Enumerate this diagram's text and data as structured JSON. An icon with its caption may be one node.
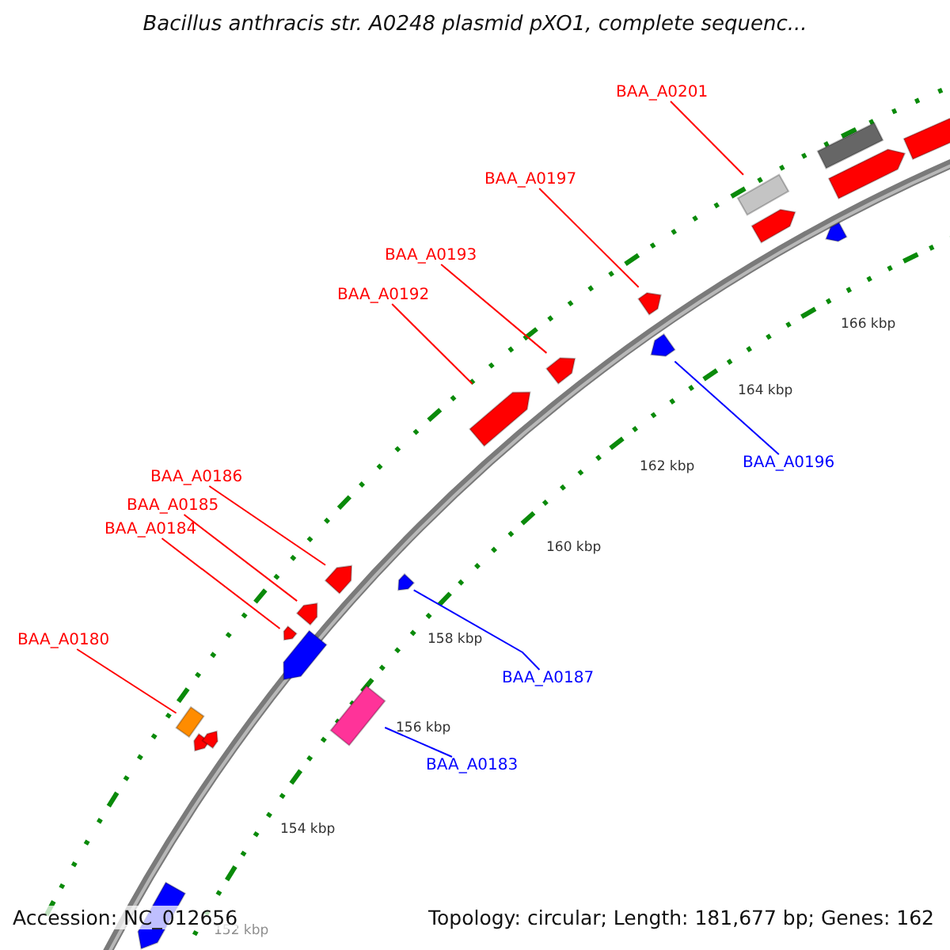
{
  "diagram": {
    "title": "Bacillus anthracis str. A0248 plasmid pXO1, complete sequenc...",
    "nodes": [
      {
        "text": [
          "BAA_A0201"
        ]
      },
      {
        "text": [
          "BAA_A0197"
        ]
      },
      {
        "text": [
          "BAA_A0193"
        ]
      },
      {
        "text": [
          "BAA_A0192"
        ]
      },
      {
        "text": [
          "BAA_A0196"
        ]
      },
      {
        "text": [
          "BAA_A0186"
        ]
      },
      {
        "text": [
          "BAA_A0185"
        ]
      },
      {
        "text": [
          "BAA_A0184"
        ]
      },
      {
        "text": [
          "BAA_A0187"
        ]
      },
      {
        "text": [
          "BAA_A0180"
        ]
      },
      {
        "text": [
          "BAA_A0183"
        ]
      },
      {
        "text": [],
        "shape": "box"
      },
      {
        "text": [],
        "shape": "arrow"
      },
      {
        "text": [],
        "shape": "arrow"
      },
      {
        "text": [],
        "shape": "arrow"
      },
      {
        "text": [],
        "shape": "arrow"
      },
      {
        "text": [],
        "shape": "arrow"
      },
      {
        "text": [],
        "shape": "arrow"
      },
      {
        "text": [],
        "shape": "arrow"
      },
      {
        "text": [],
        "shape": "arrow"
      },
      {
        "text": [],
        "shape": "box"
      },
      {
        "text": [],
        "shape": "box"
      }
    ],
    "edges": [
      {
        "from": 0,
        "to": 11,
        "arrow": "none"
      },
      {
        "from": 1,
        "to": 12,
        "arrow": "none"
      },
      {
        "from": 2,
        "to": 13,
        "arrow": "none"
      },
      {
        "from": 3,
        "to": 14,
        "arrow": "none"
      },
      {
        "from": 4,
        "to": 15,
        "arrow": "none",
        "color": "#0000ff"
      },
      {
        "from": 5,
        "to": 16,
        "arrow": "none"
      },
      {
        "from": 6,
        "to": 17,
        "arrow": "none"
      },
      {
        "from": 7,
        "to": 18,
        "arrow": "none"
      },
      {
        "from": 8,
        "to": 19,
        "arrow": "none",
        "color": "#0000ff"
      },
      {
        "from": 9,
        "to": 20,
        "arrow": "none"
      },
      {
        "from": 10,
        "to": 21,
        "arrow": "none",
        "color": "#0000ff"
      }
    ],
    "labels": [
      "166 kbp",
      "164 kbp",
      "162 kbp",
      "160 kbp",
      "158 kbp",
      "156 kbp",
      "154 kbp",
      "152 kbp",
      "Accession: NC_012656",
      "Topology: circular; Length: 181,677 bp; Genes: 162"
    ]
  }
}
